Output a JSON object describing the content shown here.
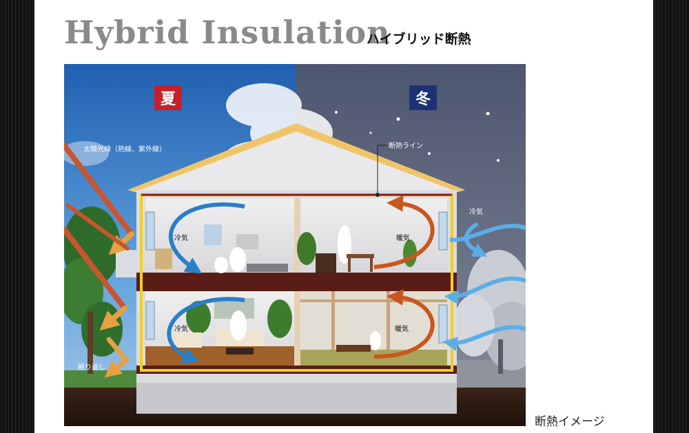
{
  "heading": {
    "title": "Hybrid Insulation",
    "subtitle": "ハイブリッド断熱"
  },
  "labels": {
    "summer": "夏",
    "winter": "冬",
    "sunlight": "太陽光線（熱線、紫外線）",
    "insulation_line": "断熱ライン",
    "cold_air_outside": "冷気",
    "cold_air_upper": "冷気",
    "cold_air_lower": "冷気",
    "warm_air_upper": "暖気",
    "warm_air_lower": "暖気",
    "reflection": "照り返し"
  },
  "caption": "断熱イメージ",
  "colors": {
    "summer_badge": "#c8202a",
    "winter_badge": "#1d3275",
    "cold_arrow": "#2a7fc8",
    "warm_arrow": "#c8571e",
    "sun_arrow": "#e8a040",
    "insulation": "#f0d020"
  }
}
